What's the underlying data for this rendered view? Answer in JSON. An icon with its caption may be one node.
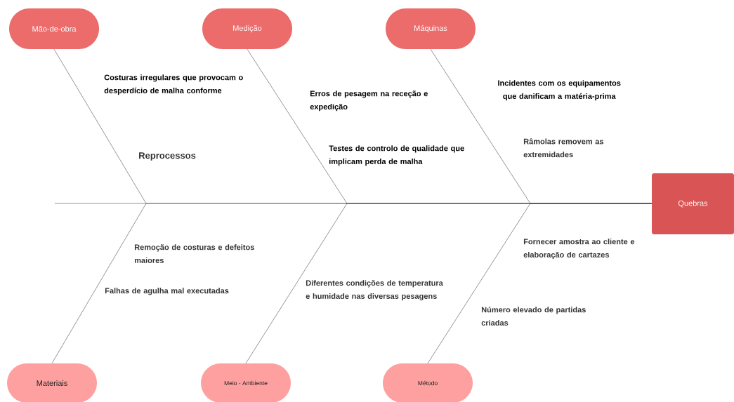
{
  "diagram": {
    "nodes": [
      {
        "text": [
          "Mão-de-obra"
        ]
      },
      {
        "text": [
          "Medição"
        ]
      },
      {
        "text": [
          "Máquinas"
        ]
      },
      {
        "text": [
          "Quebras"
        ]
      },
      {
        "text": [
          "Materiais"
        ]
      },
      {
        "text": [
          "Meio - Ambiente"
        ]
      },
      {
        "text": [
          "Método"
        ]
      }
    ],
    "edges": [
      {
        "from": 0,
        "to": 3,
        "arrow": "none"
      },
      {
        "from": 1,
        "to": 3,
        "arrow": "none"
      },
      {
        "from": 2,
        "to": 3,
        "arrow": "none"
      },
      {
        "from": 4,
        "to": 3,
        "arrow": "none"
      },
      {
        "from": 5,
        "to": 3,
        "arrow": "none"
      },
      {
        "from": 6,
        "to": 3,
        "arrow": "none"
      }
    ],
    "labels": [
      "Costuras irregulares que provocam o desperdício de malha conforme",
      "Erros de pesagem na receção e expedição",
      "Incidentes com os equipamentos que danificam a matéria-prima",
      "Reprocessos",
      "Râmolas removem as extremidades",
      "Testes de controlo de qualidade que implicam perda de malha",
      "Remoção de costuras e defeitos maiores",
      "Fornecer amostra ao cliente e elaboração de cartazes",
      "Diferentes condições de temperatura e humidade nas diversas pesagens",
      "Falhas de agulha mal executadas",
      "Número elevado de partidas criadas"
    ]
  }
}
